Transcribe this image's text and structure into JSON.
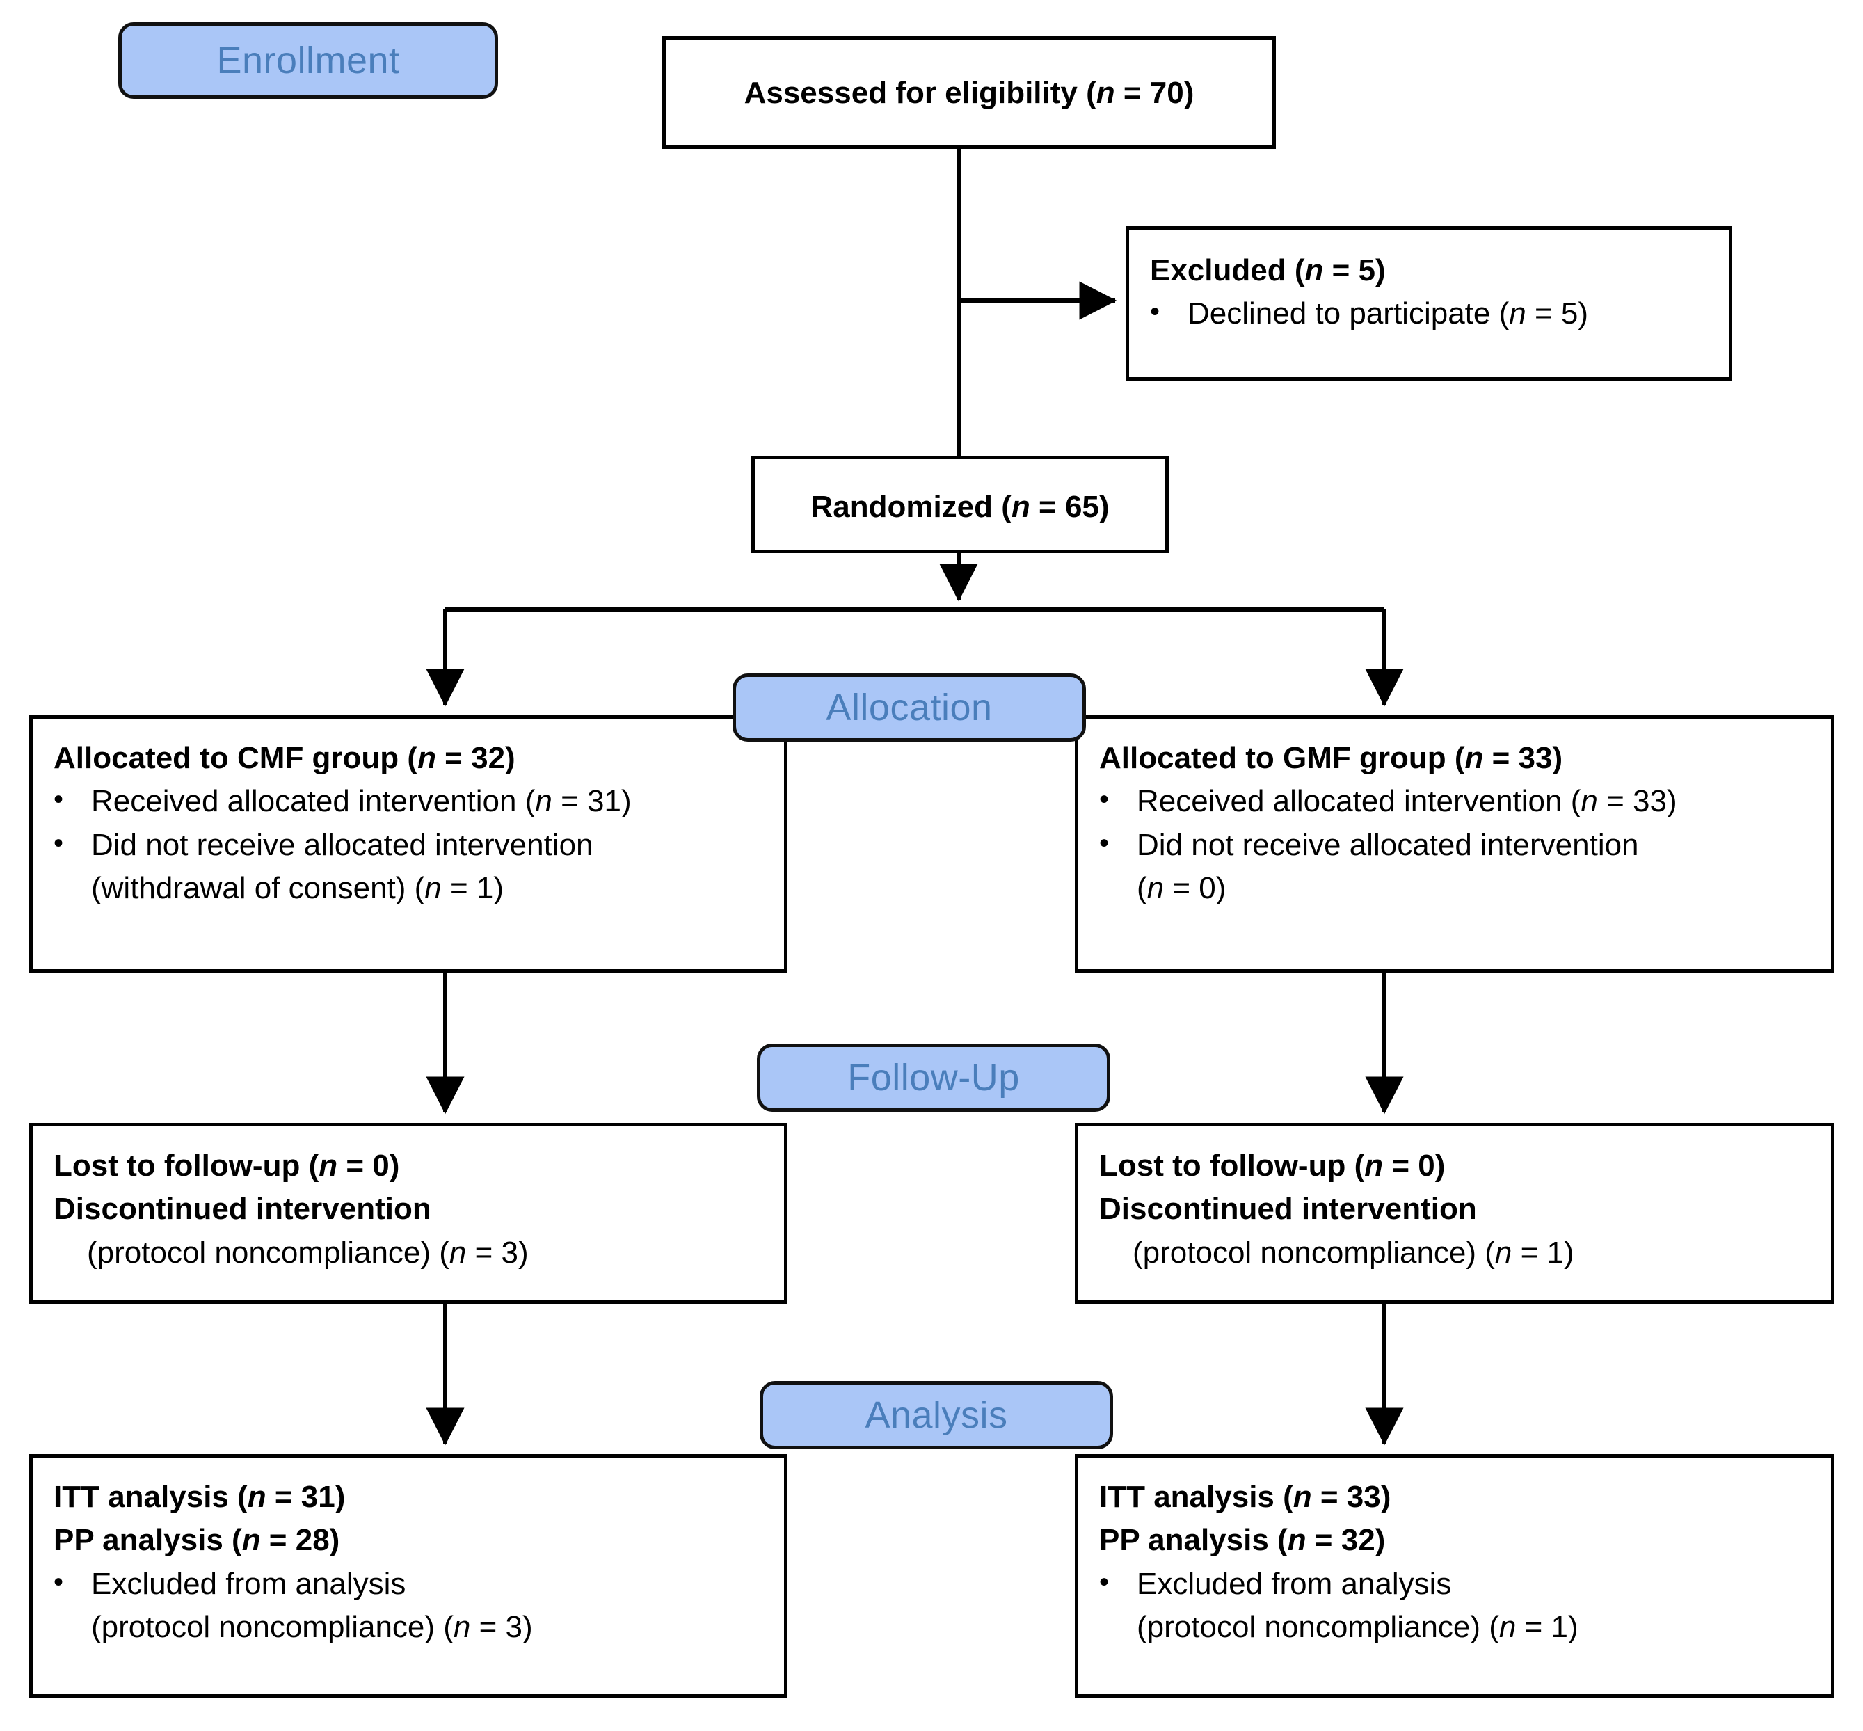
{
  "diagram": {
    "title": "CONSORT participant flow diagram",
    "accent_blue_fill": "#aac6f7",
    "accent_blue_text": "#4a7ebb",
    "line_color": "#000000",
    "box_fill": "#ffffff"
  },
  "stage_labels": {
    "enrollment": "Enrollment",
    "allocation": "Allocation",
    "followup": "Follow-Up",
    "analysis": "Analysis"
  },
  "boxes": {
    "eligibility": {
      "head_text": "Assessed for eligibility  (",
      "head_n": "n",
      "head_tail": " = 70)"
    },
    "excluded": {
      "head_text": "Excluded  (",
      "head_n": "n",
      "head_tail": " = 5)",
      "bullet1_text": "Declined to participate (",
      "bullet1_n": "n",
      "bullet1_tail": " = 5)",
      "bullet_glyph": "•"
    },
    "randomized": {
      "head_text": "Randomized (",
      "head_n": "n",
      "head_tail": " = 65)"
    },
    "allocation_left": {
      "head_text": "Allocated to CMF group (",
      "head_n": "n",
      "head_tail": " = 32)",
      "bullet1_text": "Received allocated intervention (",
      "bullet1_n": "n",
      "bullet1_tail": " = 31)",
      "bullet2_text": "Did not receive allocated intervention",
      "bullet2_cont_text": "(withdrawal of consent) (",
      "bullet2_cont_n": "n",
      "bullet2_cont_tail": " = 1)",
      "bullet_glyph": "•"
    },
    "allocation_right": {
      "head_text": "Allocated to GMF group (",
      "head_n": "n",
      "head_tail": " = 33)",
      "bullet1_text": "Received allocated intervention (",
      "bullet1_n": "n",
      "bullet1_tail": " = 33)",
      "bullet2_text": "Did not receive allocated intervention",
      "bullet2_cont_text": "(",
      "bullet2_cont_n": "n",
      "bullet2_cont_tail": " = 0)",
      "bullet_glyph": "•"
    },
    "followup_left": {
      "line1_text": "Lost to follow-up  (",
      "line1_n": "n",
      "line1_tail": " = 0)",
      "line2_text": "Discontinued intervention",
      "line3_text": "(protocol noncompliance) (",
      "line3_n": "n",
      "line3_tail": " = 3)"
    },
    "followup_right": {
      "line1_text": "Lost to follow-up  (",
      "line1_n": "n",
      "line1_tail": " = 0)",
      "line2_text": "Discontinued intervention",
      "line3_text": "(protocol noncompliance) (",
      "line3_n": "n",
      "line3_tail": " = 1)"
    },
    "analysis_left": {
      "line1_text": "ITT analysis  (",
      "line1_n": "n",
      "line1_tail": " = 31)",
      "line2_text": "PP analysis (",
      "line2_n": "n",
      "line2_tail": " = 28)",
      "bullet1_text": "Excluded from analysis",
      "bullet1_cont_text": "(protocol noncompliance) (",
      "bullet1_cont_n": "n",
      "bullet1_cont_tail": " = 3)",
      "bullet_glyph": "•"
    },
    "analysis_right": {
      "line1_text": "ITT analysis  (",
      "line1_n": "n",
      "line1_tail": " = 33)",
      "line2_text": "PP analysis (",
      "line2_n": "n",
      "line2_tail": " = 32)",
      "bullet1_text": "Excluded from analysis",
      "bullet1_cont_text": "(protocol noncompliance) (",
      "bullet1_cont_n": "n",
      "bullet1_cont_tail": " = 1)",
      "bullet_glyph": "•"
    }
  },
  "flow_counts": {
    "assessed_for_eligibility": 70,
    "excluded_total": 5,
    "declined_to_participate": 5,
    "randomized": 65,
    "cmf_allocated": 32,
    "cmf_received_intervention": 31,
    "cmf_not_received_intervention": 1,
    "gmf_allocated": 33,
    "gmf_received_intervention": 33,
    "gmf_not_received_intervention": 0,
    "cmf_lost_to_followup": 0,
    "cmf_discontinued": 3,
    "gmf_lost_to_followup": 0,
    "gmf_discontinued": 1,
    "cmf_itt": 31,
    "cmf_pp": 28,
    "cmf_excluded_from_analysis": 3,
    "gmf_itt": 33,
    "gmf_pp": 32,
    "gmf_excluded_from_analysis": 1
  }
}
